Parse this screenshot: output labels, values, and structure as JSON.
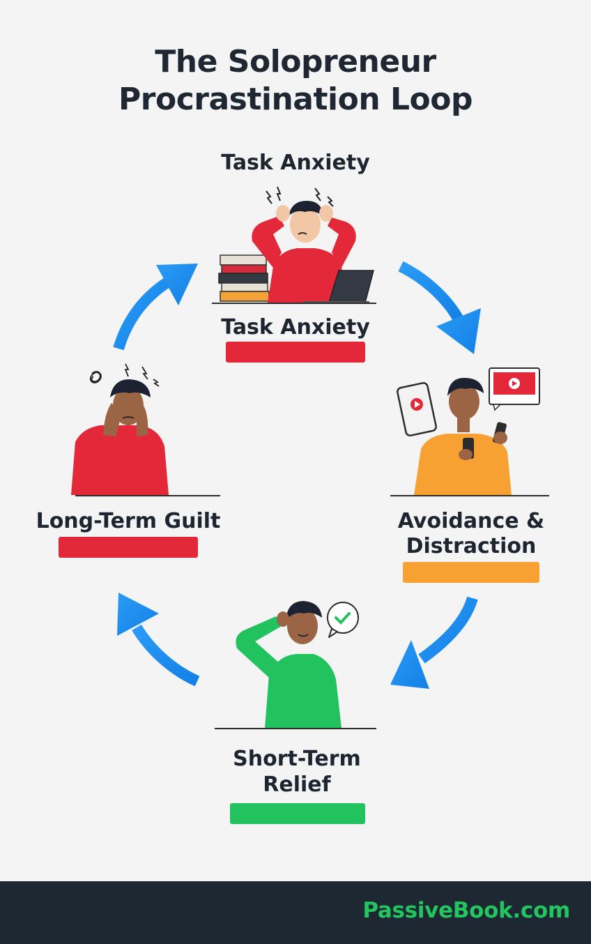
{
  "title": {
    "line1": "The Solopreneur",
    "line2": "Procrastination Loop"
  },
  "stages": {
    "top": {
      "heading": "Task Anxiety",
      "label": "Task Anxiety",
      "color": "#e3283a"
    },
    "right": {
      "line1": "Avoidance &",
      "line2": "Distraction",
      "color": "#f7a132"
    },
    "bottom": {
      "line1": "Short-Term",
      "line2": "Relief",
      "color": "#22c25f"
    },
    "left": {
      "label": "Long-Term Guilt",
      "color": "#e3283a"
    }
  },
  "arrow_color": "#1a8cf0",
  "footer": {
    "brand": "PassiveBook.com"
  }
}
